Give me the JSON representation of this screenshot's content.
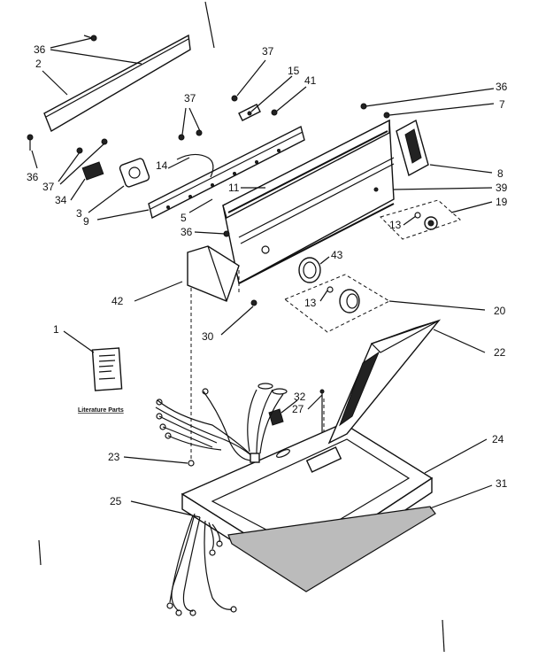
{
  "callouts": {
    "c1": "1",
    "c2": "2",
    "c3": "3",
    "c5": "5",
    "c7": "7",
    "c8": "8",
    "c9": "9",
    "c11": "11",
    "c13a": "13",
    "c13b": "13",
    "c14": "14",
    "c15": "15",
    "c19": "19",
    "c20": "20",
    "c22": "22",
    "c23": "23",
    "c24": "24",
    "c25": "25",
    "c27": "27",
    "c30": "30",
    "c31": "31",
    "c32": "32",
    "c34": "34",
    "c36a": "36",
    "c36b": "36",
    "c36c": "36",
    "c36d": "36",
    "c37a": "37",
    "c37b": "37",
    "c37c": "37",
    "c39": "39",
    "c41": "41",
    "c42": "42",
    "c43": "43"
  },
  "literature_label": "Literature Parts"
}
